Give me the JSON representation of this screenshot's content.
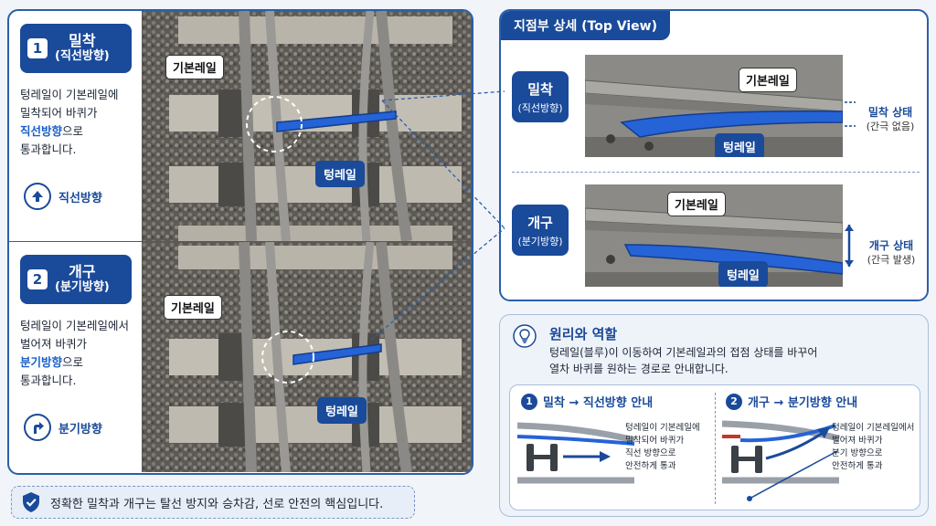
{
  "left": {
    "state1": {
      "num": "1",
      "title": "밀착",
      "subtitle": "(직선방향)",
      "desc_a": "텅레일이 기본레일에",
      "desc_b": "밀착되어 바퀴가",
      "desc_c_hl": "직선방향",
      "desc_c_rest": "으로",
      "desc_d": "통과합니다.",
      "direction": "직선방향",
      "callout_stock": "기본레일",
      "callout_tongue": "텅레일"
    },
    "state2": {
      "num": "2",
      "title": "개구",
      "subtitle": "(분기방향)",
      "desc_a": "텅레일이 기본레일에서",
      "desc_b": "벌어져 바퀴가",
      "desc_c_hl": "분기방향",
      "desc_c_rest": "으로",
      "desc_d": "통과합니다.",
      "direction": "분기방향",
      "callout_stock": "기본레일",
      "callout_tongue": "텅레일"
    }
  },
  "note": {
    "text": "정확한 밀착과 개구는 탈선 방지와 승차감, 선로 안전의 핵심입니다."
  },
  "top_view": {
    "header": "지점부 상세 (Top View)",
    "closed": {
      "title": "밀착",
      "subtitle": "(직선방향)",
      "stock_label": "기본레일",
      "tongue_label": "텅레일",
      "state": "밀착 상태",
      "state_sub": "(간극 없음)"
    },
    "open": {
      "title": "개구",
      "subtitle": "(분기방향)",
      "stock_label": "기본레일",
      "tongue_label": "텅레일",
      "state": "개구 상태",
      "state_sub": "(간극 발생)"
    }
  },
  "principle": {
    "title": "원리와 역할",
    "desc_a": "텅레일(블루)이 이동하여 기본레일과의 접점 상태를 바꾸어",
    "desc_b": "열차 바퀴를 원하는 경로로 안내합니다.",
    "sub1": {
      "num": "1",
      "title": "밀착 → 직선방향 안내",
      "lines": [
        "텅레일이 기본레일에",
        "밀착되어 바퀴가",
        "직선 방향으로",
        "안전하게 통과"
      ]
    },
    "sub2": {
      "num": "2",
      "title": "개구 → 분기방향 안내",
      "lines": [
        "텅레일이 기본레일에서",
        "벌어져 바퀴가",
        "분기 방향으로",
        "안전하게 통과"
      ]
    }
  },
  "colors": {
    "accent": "#1a4a9a",
    "tongue_blue": "#2563d6",
    "border": "#2a5fa8"
  },
  "icons": [
    "arrow-up-icon",
    "turn-right-icon",
    "shield-check-icon",
    "lightbulb-icon",
    "wheelset-icon"
  ]
}
